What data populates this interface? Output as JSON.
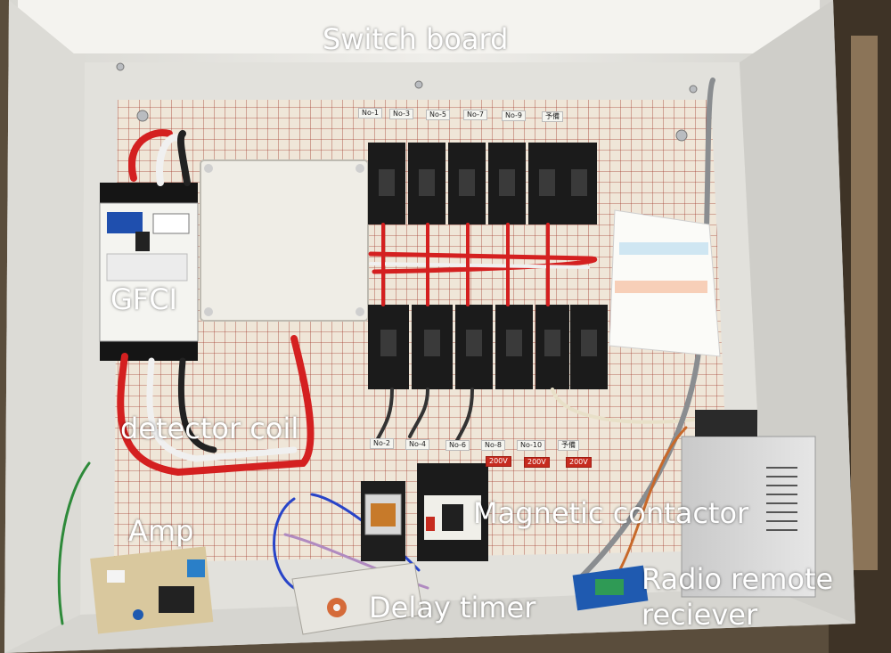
{
  "labels": {
    "switch_board": "Switch board",
    "gfci": "GFCI",
    "detector_coil": "detector coil",
    "amp": "Amp",
    "magnetic_contactor": "Magnetic contactor",
    "delay_timer": "Delay timer",
    "radio_remote_line1": "Radio remote",
    "radio_remote_line2": "reciever"
  },
  "breaker_tags_top": [
    "No-1",
    "No-3",
    "No-5",
    "No-7",
    "No-9",
    "予備"
  ],
  "breaker_tags_bottom": [
    "No-2",
    "No-4",
    "No-6",
    "No-8",
    "No-10",
    "予備"
  ],
  "voltage_tags": [
    "200V",
    "200V",
    "200V"
  ],
  "colors": {
    "label_text": "#ffffff",
    "enclosure": "#e9e8e3",
    "grid_board": "#efe6d8",
    "grid_line": "#a33a2e",
    "breaker": "#1b1b1b",
    "wire_red": "#d42020",
    "wire_white": "#f0f0f0",
    "wire_black": "#222222",
    "wire_blue": "#2844c8"
  }
}
